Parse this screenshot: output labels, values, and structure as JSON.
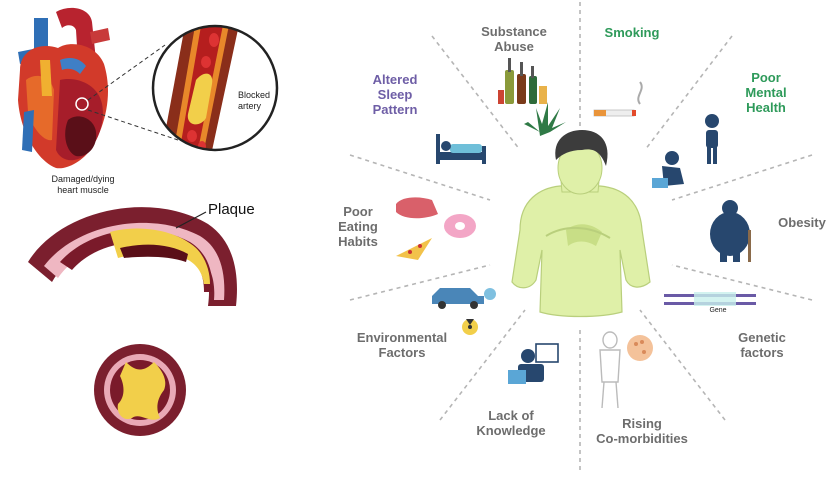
{
  "left_panel": {
    "blocked_artery_label": "Blocked\nartery",
    "heart_muscle_label": "Damaged/dying\nheart muscle",
    "plaque_label": "Plaque"
  },
  "risk_factors": {
    "substance_abuse": "Substance\nAbuse",
    "smoking": "Smoking",
    "poor_mental_health": "Poor\nMental\nHealth",
    "altered_sleep": "Altered\nSleep\nPattern",
    "obesity": "Obesity",
    "poor_eating": "Poor\nEating\nHabits",
    "environmental": "Environmental\nFactors",
    "genetic": "Genetic\nfactors",
    "gene_label": "Gene",
    "lack_knowledge": "Lack of\nKnowledge",
    "comorbidities": "Rising\nCo-morbidities"
  },
  "colors": {
    "label_grey": "#6d6d6d",
    "label_purple": "#6e5ea6",
    "label_green": "#2e9a5a",
    "artery_dark": "#7b1f2e",
    "plaque_yellow": "#f2cf4a",
    "skin_green": "#dff0a8"
  }
}
